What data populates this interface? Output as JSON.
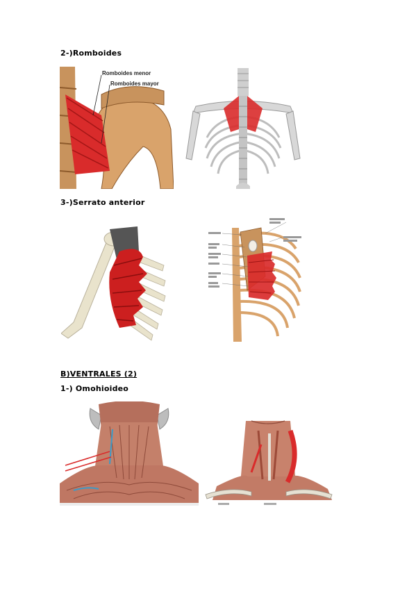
{
  "headings": {
    "romboides": "2-)Romboides",
    "serrato": "3-)Serrato anterior",
    "ventrales": "B)VENTRALES (2)",
    "omohioideo": "1-) Omohioideo"
  },
  "figures": {
    "romboides_left": {
      "label_menor": "Romboides menor",
      "label_mayor": "Romboides mayor"
    }
  },
  "colors": {
    "muscle": "#d92b2b",
    "bone": "#d9a36b",
    "bone_light": "#e9e3cc",
    "skeleton": "#d8d8d8"
  }
}
